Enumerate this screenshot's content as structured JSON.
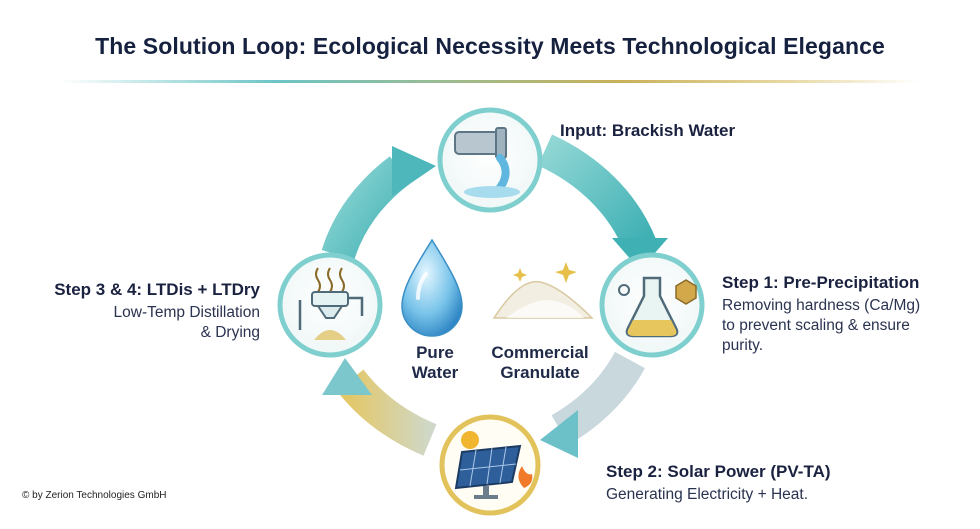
{
  "title": "The Solution Loop: Ecological Necessity Meets Technological Elegance",
  "nodes": {
    "input": {
      "heading": "Input: Brackish Water",
      "icon": "pipe-water-icon"
    },
    "step1": {
      "heading": "Step 1: Pre-Precipitation",
      "desc1": "Removing hardness (Ca/Mg)",
      "desc2": "to prevent scaling & ensure",
      "desc3": "purity.",
      "icon": "flask-icon"
    },
    "step2": {
      "heading": "Step 2: Solar Power (PV-TA)",
      "desc1": "Generating Electricity + Heat.",
      "icon": "solar-panel-icon"
    },
    "step34": {
      "heading": "Step 3 & 4: LTDis + LTDry",
      "desc1": "Low-Temp Distillation",
      "desc2": "& Drying",
      "icon": "distillation-icon"
    }
  },
  "outputs": {
    "water": {
      "line1": "Pure",
      "line2": "Water",
      "icon": "water-drop-icon"
    },
    "granulate": {
      "line1": "Commercial",
      "line2": "Granulate",
      "icon": "salt-pile-icon"
    }
  },
  "copyright": "© by Zerion Technologies GmbH",
  "colors": {
    "teal": "#5fc3c3",
    "gold": "#d7b34a",
    "navy": "#15213f"
  }
}
